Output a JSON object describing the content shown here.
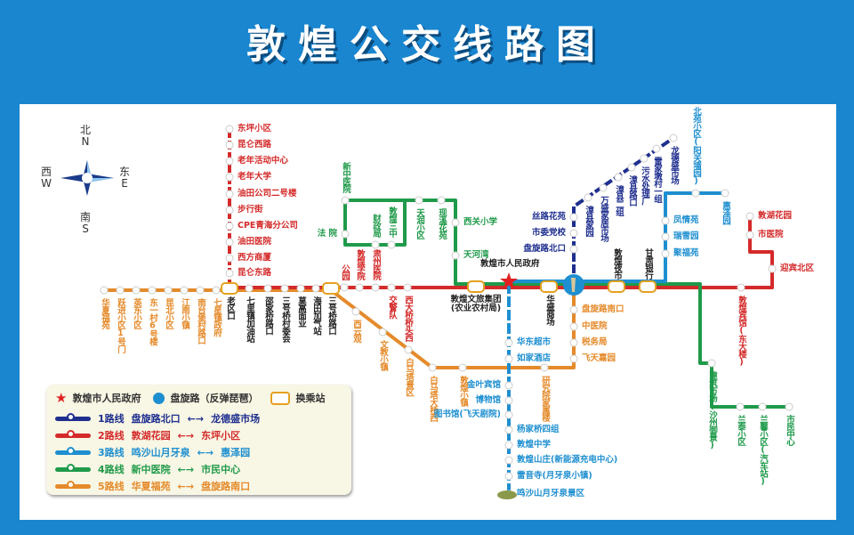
{
  "title": "敦煌公交线路图",
  "colors": {
    "red": "#d42a2a",
    "orange": "#e58a2a",
    "blue": "#1e8fd0",
    "darkblue": "#1f2f8f",
    "green": "#1f9a4a",
    "black": "#222222"
  },
  "compass": {
    "north": "北",
    "n": "N",
    "south": "南",
    "s": "S",
    "west": "西",
    "w": "W",
    "east": "东",
    "e": "E"
  },
  "landmark": {
    "government": "敦煌市人民政府"
  },
  "stations": [
    {
      "name": "东坪小区",
      "color": "red"
    },
    {
      "name": "昆仑西路",
      "color": "red"
    },
    {
      "name": "老年活动中心",
      "color": "red"
    },
    {
      "name": "老年大学",
      "color": "red"
    },
    {
      "name": "油田公司二号楼",
      "color": "red"
    },
    {
      "name": "步行街",
      "color": "red"
    },
    {
      "name": "CPE青海分公司",
      "color": "red"
    },
    {
      "name": "油田医院",
      "color": "red"
    },
    {
      "name": "西方商厦",
      "color": "red"
    },
    {
      "name": "昆仑东路",
      "color": "red"
    },
    {
      "name": "华夏福苑",
      "color": "orange"
    },
    {
      "name": "跃进小区1号门",
      "color": "orange"
    },
    {
      "name": "英东小区",
      "color": "orange"
    },
    {
      "name": "东一村6号楼",
      "color": "orange"
    },
    {
      "name": "昆北小区",
      "color": "orange"
    },
    {
      "name": "江南小镇",
      "color": "orange"
    },
    {
      "name": "南台堡村路口",
      "color": "orange"
    },
    {
      "name": "七星镇政府",
      "color": "orange"
    },
    {
      "name": "老区口",
      "color": "black",
      "transfer": true
    },
    {
      "name": "七里镇加油站",
      "color": "black"
    },
    {
      "name": "邵家桥路口",
      "color": "black"
    },
    {
      "name": "三号桥村委会",
      "color": "black"
    },
    {
      "name": "莫高面业",
      "color": "black"
    },
    {
      "name": "海田加气站",
      "color": "black"
    },
    {
      "name": "三号桥路口",
      "color": "black",
      "transfer": true
    },
    {
      "name": "公园",
      "color": "red"
    },
    {
      "name": "敦煌学院",
      "color": "red"
    },
    {
      "name": "肃州医院",
      "color": "red"
    },
    {
      "name": "交警队",
      "color": "red"
    },
    {
      "name": "西大桥桥头西",
      "color": "red"
    },
    {
      "name": "西云观",
      "color": "orange"
    },
    {
      "name": "文教小镇",
      "color": "orange"
    },
    {
      "name": "白马塔景区",
      "color": "orange"
    },
    {
      "name": "白马塔大桥西",
      "color": "orange"
    },
    {
      "name": "敦煌小镇",
      "color": "orange"
    },
    {
      "name": "研究院家属楼",
      "color": "orange"
    },
    {
      "name": "飞天嘉园",
      "color": "orange"
    },
    {
      "name": "税务局",
      "color": "orange"
    },
    {
      "name": "中医院",
      "color": "orange"
    },
    {
      "name": "盘旋路南口",
      "color": "orange"
    },
    {
      "name": "华盛商场",
      "color": "black",
      "transfer": true
    },
    {
      "name": "敦煌文旅集团\n(农业农村局)",
      "color": "black",
      "transfer": true
    },
    {
      "name": "敦煌夜市",
      "color": "black",
      "transfer": true
    },
    {
      "name": "甘肃银行",
      "color": "black",
      "transfer": true
    },
    {
      "name": "敦煌宾馆(东大楼)",
      "color": "red"
    },
    {
      "name": "迎宾北区",
      "color": "red"
    },
    {
      "name": "市医院",
      "color": "red"
    },
    {
      "name": "敦湖花园",
      "color": "red"
    },
    {
      "name": "华东超市",
      "color": "blue"
    },
    {
      "name": "如家酒店",
      "color": "blue"
    },
    {
      "name": "金叶宾馆",
      "color": "blue"
    },
    {
      "name": "博物馆",
      "color": "blue"
    },
    {
      "name": "图书馆(飞天剧院)",
      "color": "blue"
    },
    {
      "name": "杨家桥四组",
      "color": "blue"
    },
    {
      "name": "敦煌中学",
      "color": "blue"
    },
    {
      "name": "敦煌山庄(新能源充电中心)",
      "color": "blue"
    },
    {
      "name": "雷音寺(月牙泉小镇)",
      "color": "blue"
    },
    {
      "name": "鸣沙山月牙泉景区",
      "color": "blue"
    },
    {
      "name": "聚福苑",
      "color": "blue"
    },
    {
      "name": "瑞雪园",
      "color": "blue"
    },
    {
      "name": "凤情苑",
      "color": "blue"
    },
    {
      "name": "北苑小区(阳关墙园)",
      "color": "blue"
    },
    {
      "name": "惠泽园",
      "color": "blue"
    },
    {
      "name": "盘旋路北口",
      "color": "darkblue"
    },
    {
      "name": "市委党校",
      "color": "darkblue"
    },
    {
      "name": "丝路花苑",
      "color": "darkblue"
    },
    {
      "name": "漳县家园",
      "color": "darkblue"
    },
    {
      "name": "万盛家居市场",
      "color": "darkblue"
    },
    {
      "name": "漳县二组",
      "color": "darkblue"
    },
    {
      "name": "漳县路口",
      "color": "darkblue"
    },
    {
      "name": "污水处理厂",
      "color": "darkblue"
    },
    {
      "name": "雷家墩村一组",
      "color": "darkblue"
    },
    {
      "name": "龙德盛市场",
      "color": "darkblue"
    },
    {
      "name": "新中医院",
      "color": "green"
    },
    {
      "name": "法 院",
      "color": "green"
    },
    {
      "name": "财政局",
      "color": "green"
    },
    {
      "name": "敦煌三中",
      "color": "green"
    },
    {
      "name": "天润小区",
      "color": "green"
    },
    {
      "name": "现溪花苑",
      "color": "green"
    },
    {
      "name": "西关小学",
      "color": "green"
    },
    {
      "name": "天河湾",
      "color": "green"
    },
    {
      "name": "建筑市场(沙州御景)",
      "color": "green"
    },
    {
      "name": "兰泰小区",
      "color": "green"
    },
    {
      "name": "兰馨小区(汽车站)",
      "color": "green"
    },
    {
      "name": "市民中心",
      "color": "green"
    }
  ],
  "legend": {
    "government": "敦煌市人民政府",
    "hub": "盘旋路（反弹琵琶）",
    "transfer": "换乘站",
    "routes": [
      {
        "route": "1路线",
        "from": "盘旋路北口",
        "arrow": "←→",
        "to": "龙德盛市场",
        "color": "darkblue"
      },
      {
        "route": "2路线",
        "from": "敦湖花园",
        "arrow": "←→",
        "to": "东坪小区",
        "color": "red"
      },
      {
        "route": "3路线",
        "from": "鸣沙山月牙泉",
        "arrow": "←→",
        "to": "惠泽园",
        "color": "blue"
      },
      {
        "route": "4路线",
        "from": "新中医院",
        "arrow": "←→",
        "to": "市民中心",
        "color": "green"
      },
      {
        "route": "5路线",
        "from": "华夏福苑",
        "arrow": "←→",
        "to": "盘旋路南口",
        "color": "orange"
      }
    ]
  }
}
